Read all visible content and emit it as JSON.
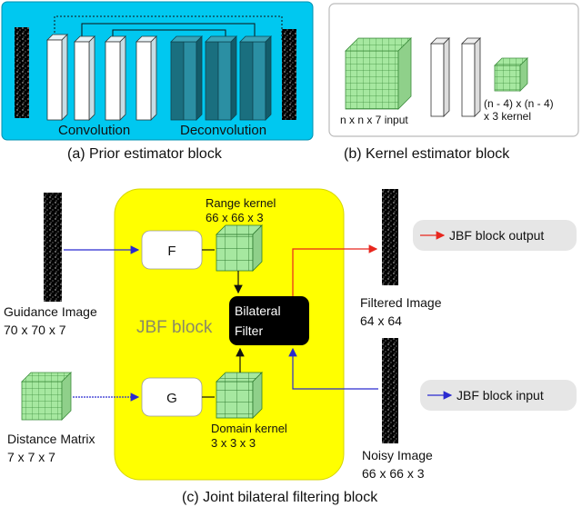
{
  "prior_block": {
    "conv_label": "Convolution",
    "deconv_label": "Deconvolution",
    "caption": "(a) Prior estimator block"
  },
  "kernel_block": {
    "input_label": "n x n x 7 input",
    "kernel_label_1": "(n - 4) x (n - 4)",
    "kernel_label_2": "x 3 kernel",
    "caption": "(b) Kernel estimator block"
  },
  "jbf": {
    "block_label": "JBF block",
    "f_label": "F",
    "g_label": "G",
    "bilateral_1": "Bilateral",
    "bilateral_2": "Filter",
    "range_kernel_1": "Range kernel",
    "range_kernel_2": "66 x 66 x 3",
    "domain_kernel_1": "Domain kernel",
    "domain_kernel_2": "3 x 3 x 3",
    "guidance_1": "Guidance Image",
    "guidance_2": "70 x 70 x 7",
    "distance_1": "Distance Matrix",
    "distance_2": "7 x 7 x 7",
    "filtered_1": "Filtered Image",
    "filtered_2": "64 x 64",
    "noisy_1": "Noisy Image",
    "noisy_2": "66 x 66 x 3",
    "legend_output": "JBF block output",
    "legend_input": "JBF block input",
    "caption": "(c) Joint bilateral filtering block"
  },
  "colors": {
    "prior_bg": "#00c8f0",
    "jbf_bg": "#ffff00",
    "cube_green": "#a6e8a0",
    "deconv_teal": "#1f7a8c",
    "arrow_red": "#e8261d",
    "arrow_blue": "#2a2ad0",
    "bilateral_bg": "#000000"
  },
  "icons": [
    "guidance-image-icon",
    "filtered-image-icon",
    "noisy-image-icon",
    "grid-cube-icon"
  ]
}
